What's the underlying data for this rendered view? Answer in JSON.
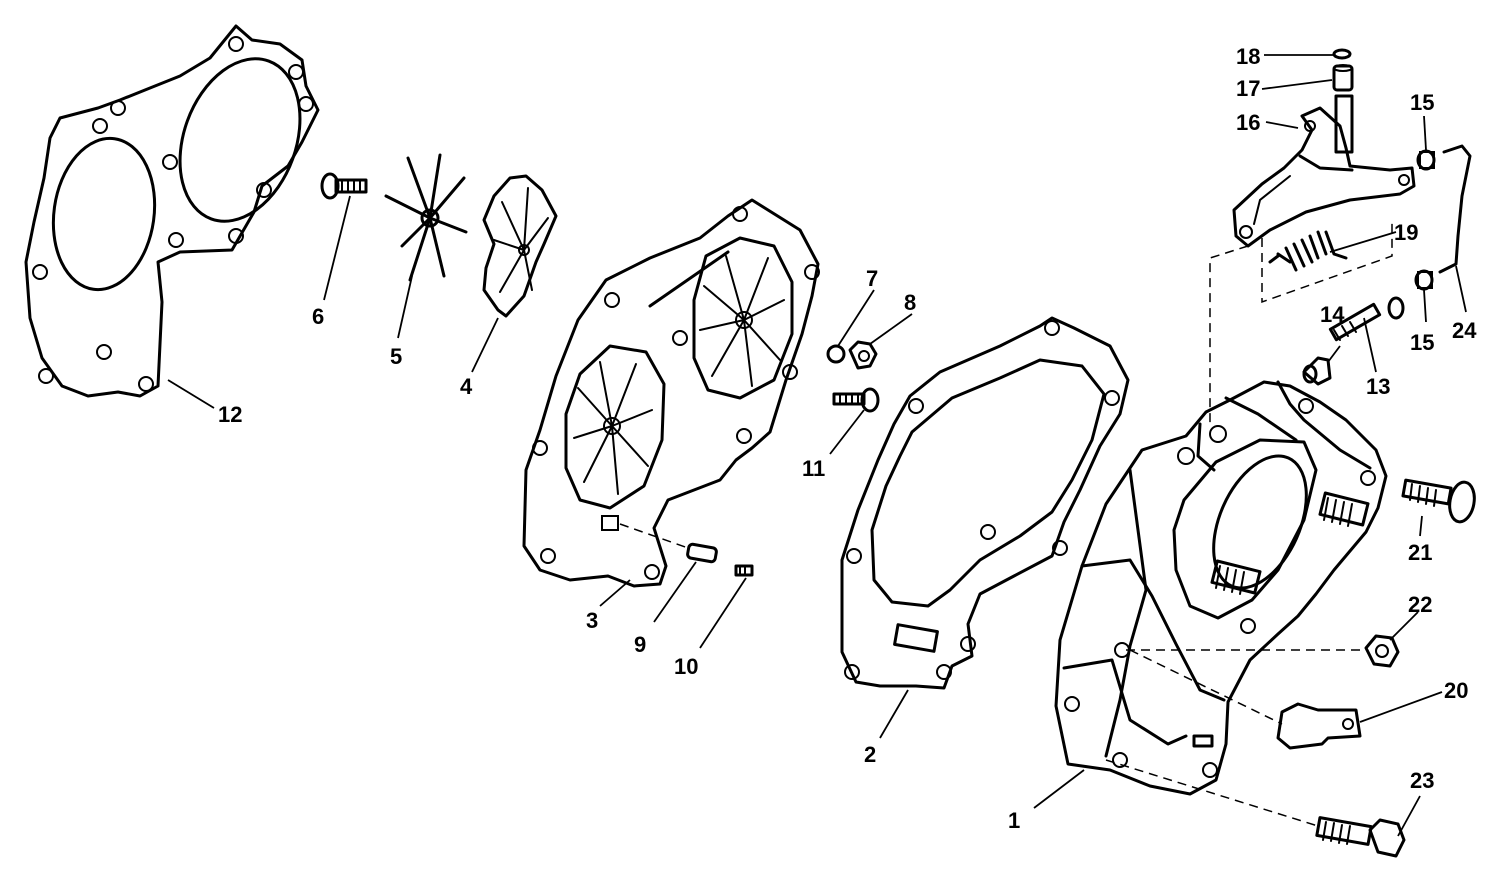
{
  "callouts": {
    "p1": "1",
    "p2": "2",
    "p3": "3",
    "p4": "4",
    "p5": "5",
    "p6": "6",
    "p7": "7",
    "p8": "8",
    "p9": "9",
    "p10": "10",
    "p11": "11",
    "p12": "12",
    "p13": "13",
    "p14": "14",
    "p15a": "15",
    "p15b": "15",
    "p16": "16",
    "p17": "17",
    "p18": "18",
    "p19": "19",
    "p20": "20",
    "p21": "21",
    "p22": "22",
    "p23": "23",
    "p24": "24"
  },
  "colors": {
    "ink": "#000000",
    "paper": "#ffffff"
  }
}
